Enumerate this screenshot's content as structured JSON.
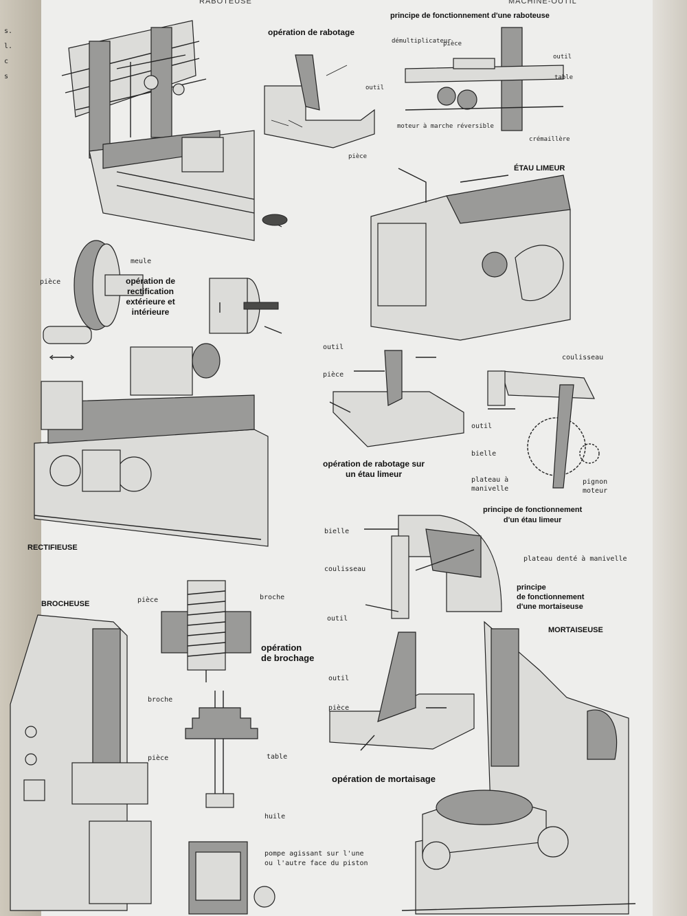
{
  "header": {
    "left": "RABOTEUSE",
    "right": "MACHINE-OUTIL"
  },
  "left_margin": [
    "s.",
    "l.",
    "c",
    "s"
  ],
  "rabotage": {
    "title": "opération de rabotage",
    "outil": "outil",
    "piece": "pièce"
  },
  "raboteuse_principe": {
    "title": "principe de fonctionnement d'une raboteuse",
    "demultiplicateur": "démultiplicateur",
    "piece": "pièce",
    "outil": "outil",
    "table": "table",
    "moteur": "moteur à marche réversible",
    "cremaillere": "crémaillère"
  },
  "etau_limeur": {
    "title": "ÉTAU LIMEUR"
  },
  "rectification": {
    "meule": "meule",
    "piece": "pièce",
    "title_lines": [
      "opération de",
      "rectification",
      "extérieure et",
      "intérieure"
    ]
  },
  "rabotage_etau": {
    "outil": "outil",
    "piece": "pièce",
    "title_lines": [
      "opération de rabotage sur",
      "un étau limeur"
    ]
  },
  "etau_principe": {
    "coulisseau": "coulisseau",
    "outil": "outil",
    "bielle": "bielle",
    "plateau_lines": [
      "plateau à",
      "manivelle"
    ],
    "pignon_lines": [
      "pignon",
      "moteur"
    ],
    "title_lines": [
      "principe de fonctionnement",
      "d'un étau limeur"
    ]
  },
  "rectifieuse": {
    "title": "RECTIFIEUSE"
  },
  "mortaiseuse_principe": {
    "bielle": "bielle",
    "coulisseau": "coulisseau",
    "outil": "outil",
    "plateau": "plateau denté à manivelle",
    "title_lines": [
      "principe",
      "de fonctionnement",
      "d'une mortaiseuse"
    ]
  },
  "brocheuse": {
    "title": "BROCHEUSE"
  },
  "brochage": {
    "piece": "pièce",
    "broche": "broche",
    "title_lines": [
      "opération",
      "de brochage"
    ],
    "broche2": "broche",
    "piece2": "pièce",
    "table": "table",
    "huile": "huile",
    "pompe_lines": [
      "pompe agissant sur l'une",
      "ou l'autre face du piston"
    ]
  },
  "mortaiseuse": {
    "title": "MORTAISEUSE"
  },
  "mortaisage": {
    "outil": "outil",
    "piece": "pièce",
    "title": "opération de mortaisage"
  }
}
